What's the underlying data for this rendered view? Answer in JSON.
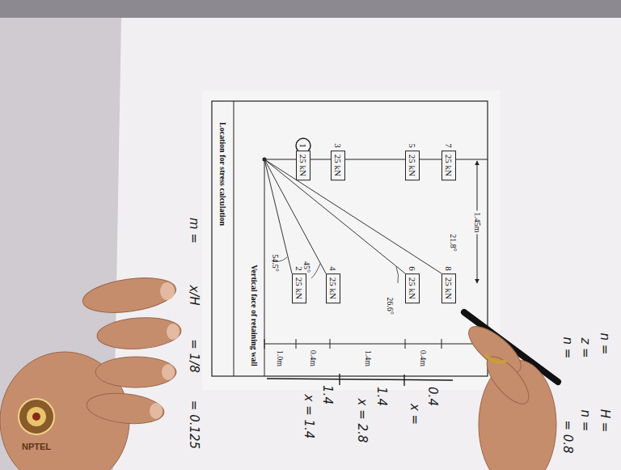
{
  "diagram": {
    "nodes": [
      {
        "text": [
          "1",
          "25 kN"
        ]
      },
      {
        "text": [
          "2",
          "25 kN"
        ]
      },
      {
        "text": [
          "3",
          "25 kN"
        ]
      },
      {
        "text": [
          "4",
          "25 kN"
        ]
      },
      {
        "text": [
          "5",
          "25 kN"
        ]
      },
      {
        "text": [
          "6",
          "25 kN"
        ]
      },
      {
        "text": [
          "7",
          "25 kN"
        ]
      },
      {
        "text": [
          "8",
          "25 kN"
        ]
      }
    ],
    "labels": [
      "Location for stress calculation",
      "Vertical face of retaining wall",
      "54.5°",
      "45°",
      "26.6°",
      "21.8°",
      "1.45m",
      "1.0m",
      "0.4m",
      "1.4m",
      "0.4m",
      "1.4",
      "x = 1.4",
      "1.4",
      "x = 2.8",
      "0.4",
      "x =",
      "m =",
      "x/H",
      "= 1/8",
      "= 0.125",
      "n =",
      "z =",
      "n =",
      "H =",
      "n =",
      "= 0.8",
      "NPTEL"
    ]
  }
}
